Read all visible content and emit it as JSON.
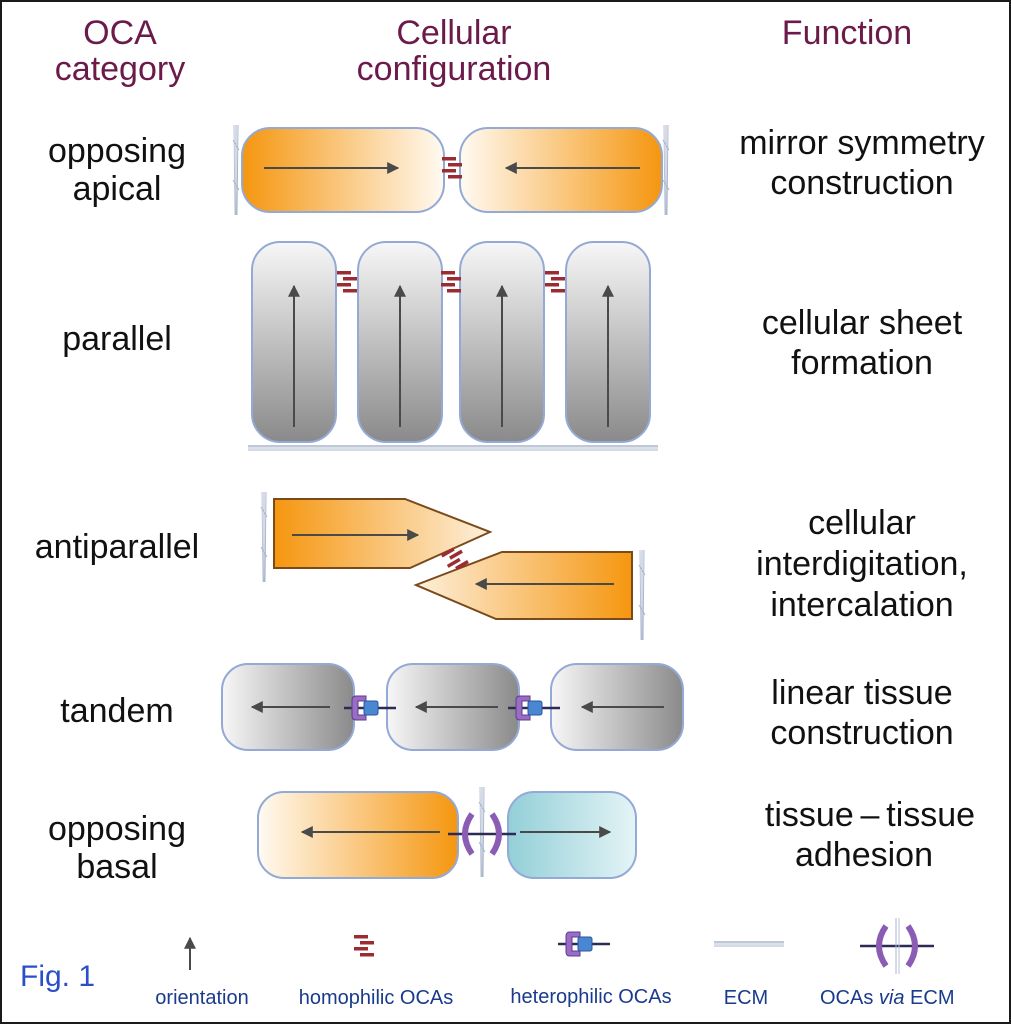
{
  "headers": {
    "category": [
      "OCA",
      "category"
    ],
    "configuration": [
      "Cellular",
      "configuration"
    ],
    "function": "Function"
  },
  "rows": [
    {
      "category": [
        "opposing",
        "apical"
      ],
      "function": [
        "mirror symmetry",
        "construction"
      ]
    },
    {
      "category": [
        "parallel"
      ],
      "function": [
        "cellular sheet",
        "formation"
      ]
    },
    {
      "category": [
        "antiparallel"
      ],
      "function": [
        "cellular",
        "interdigitation,",
        "intercalation"
      ]
    },
    {
      "category": [
        "tandem"
      ],
      "function": [
        "linear tissue",
        "construction"
      ]
    },
    {
      "category": [
        "opposing",
        "basal"
      ],
      "function": [
        "tissue – tissue",
        "adhesion"
      ]
    }
  ],
  "legend": {
    "orientation": "orientation",
    "homophilic": "homophilic OCAs",
    "heterophilic": "heterophilic OCAs",
    "ecm": "ECM",
    "via_ecm_pre": "OCAs",
    "via_ecm_italic": "via",
    "via_ecm_post": "ECM"
  },
  "figure_label": "Fig. 1",
  "colors": {
    "header": "#6b1a4a",
    "orange": "#f59a1a",
    "gray": "#8c8c8c",
    "teal": "#9fd3dc",
    "homophilic": "#9b2d32",
    "heterophilic": "#8a5cb3",
    "legend_text": "#1a3a8c",
    "fig_label": "#2a4fc9",
    "cell_border": "#93a9d6"
  },
  "icons": [
    "orientation-arrow-icon",
    "homophilic-oca-icon",
    "heterophilic-oca-icon",
    "ecm-icon",
    "oca-via-ecm-icon"
  ]
}
